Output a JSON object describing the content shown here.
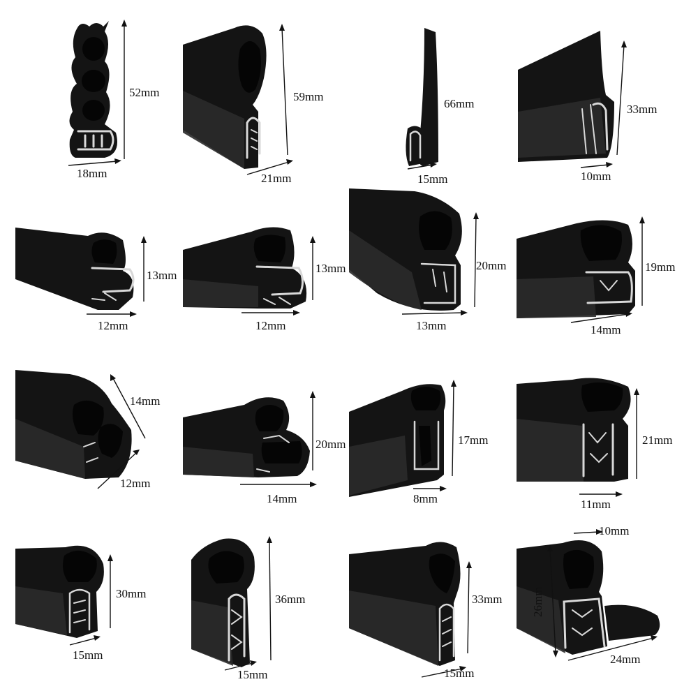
{
  "colors": {
    "rubber": "#141414",
    "rubber_light": "#2a2a2a",
    "rubber_highlight": "#3a3a3a",
    "foam": "#1b1b1b",
    "metal": "#d8d8d8",
    "hollow": "#050505",
    "arrow": "#111111",
    "background": "#ffffff"
  },
  "seals": [
    {
      "dims": [
        "52mm",
        "18mm"
      ]
    },
    {
      "dims": [
        "59mm",
        "21mm"
      ]
    },
    {
      "dims": [
        "66mm",
        "15mm"
      ]
    },
    {
      "dims": [
        "33mm",
        "10mm"
      ]
    },
    {
      "dims": [
        "13mm",
        "12mm"
      ]
    },
    {
      "dims": [
        "13mm",
        "12mm"
      ]
    },
    {
      "dims": [
        "20mm",
        "13mm"
      ]
    },
    {
      "dims": [
        "19mm",
        "14mm"
      ]
    },
    {
      "dims": [
        "14mm",
        "12mm"
      ]
    },
    {
      "dims": [
        "20mm",
        "14mm"
      ]
    },
    {
      "dims": [
        "17mm",
        "8mm"
      ]
    },
    {
      "dims": [
        "21mm",
        "11mm"
      ]
    },
    {
      "dims": [
        "30mm",
        "15mm"
      ]
    },
    {
      "dims": [
        "36mm",
        "15mm"
      ]
    },
    {
      "dims": [
        "33mm",
        "15mm"
      ]
    },
    {
      "dims": [
        "10mm",
        "26mm",
        "24mm"
      ]
    }
  ]
}
